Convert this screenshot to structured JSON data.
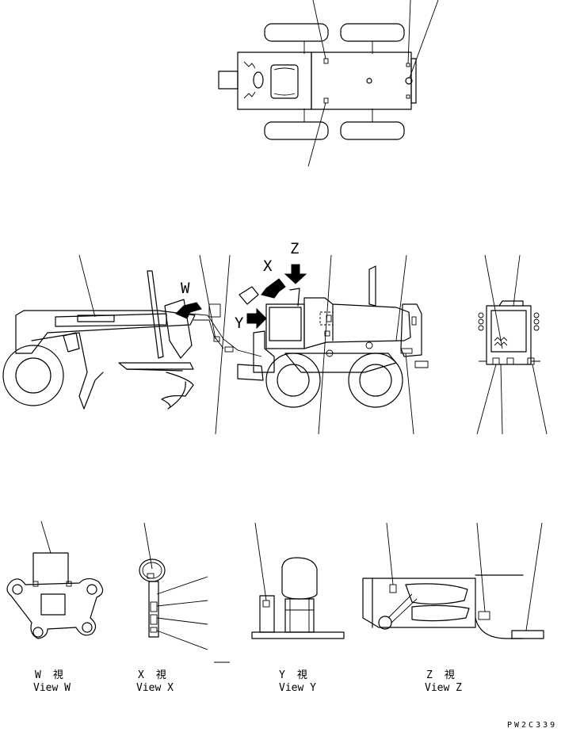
{
  "arrows": {
    "w": "W",
    "x": "X",
    "y": "Y",
    "z": "Z"
  },
  "views": [
    {
      "jp": "W　視",
      "en": "View W"
    },
    {
      "jp": "X　視",
      "en": "View X"
    },
    {
      "jp": "Y　視",
      "en": "View Y"
    },
    {
      "jp": "Z　視",
      "en": "View Z"
    }
  ],
  "drawing_code": "PW2C339",
  "colors": {
    "line": "#000000",
    "background": "#ffffff"
  }
}
